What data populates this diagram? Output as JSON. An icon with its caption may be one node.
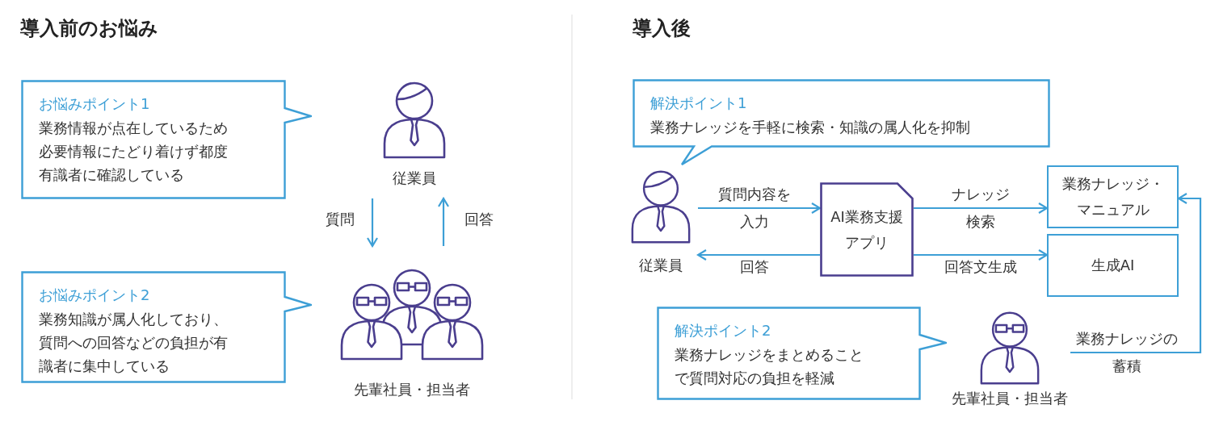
{
  "diagram": {
    "nodes": [
      {
        "text": [
          "お悩みポイント1",
          "業務情報が点在しているため必要情報にたどり着けず都度有識者に確認している"
        ]
      },
      {
        "text": [
          "従業員"
        ]
      },
      {
        "text": [
          "お悩みポイント2",
          "業務知識が属人化しており、質問への回答などの負担が有識者に集中している"
        ]
      },
      {
        "text": [
          "先輩社員・担当者"
        ]
      },
      {
        "text": [
          "解決ポイント1",
          "業務ナレッジを手軽に検索・知識の属人化を抑制"
        ]
      },
      {
        "text": [
          "従業員"
        ]
      },
      {
        "text": [
          "AI業務支援アプリ"
        ]
      },
      {
        "text": [
          "業務ナレッジ・マニュアル"
        ]
      },
      {
        "text": [
          "生成AI"
        ]
      },
      {
        "text": [
          "解決ポイント2",
          "業務ナレッジをまとめることで質問対応の負担を軽減"
        ]
      },
      {
        "text": [
          "先輩社員・担当者"
        ]
      }
    ],
    "edges": [
      {
        "from": 1,
        "to": 3,
        "arrow": "to",
        "label": "質問"
      },
      {
        "from": 3,
        "to": 1,
        "arrow": "to",
        "label": "回答"
      },
      {
        "from": 5,
        "to": 6,
        "arrow": "to",
        "label": "質問内容を入力"
      },
      {
        "from": 6,
        "to": 5,
        "arrow": "to",
        "label": "回答"
      },
      {
        "from": 6,
        "to": 7,
        "arrow": "to",
        "label": "ナレッジ検索"
      },
      {
        "from": 6,
        "to": 8,
        "arrow": "to",
        "label": "回答文生成"
      },
      {
        "from": 10,
        "to": 7,
        "arrow": "to",
        "label": "業務ナレッジの蓄積"
      }
    ],
    "labels": [
      "導入前のお悩み",
      "導入後"
    ]
  }
}
